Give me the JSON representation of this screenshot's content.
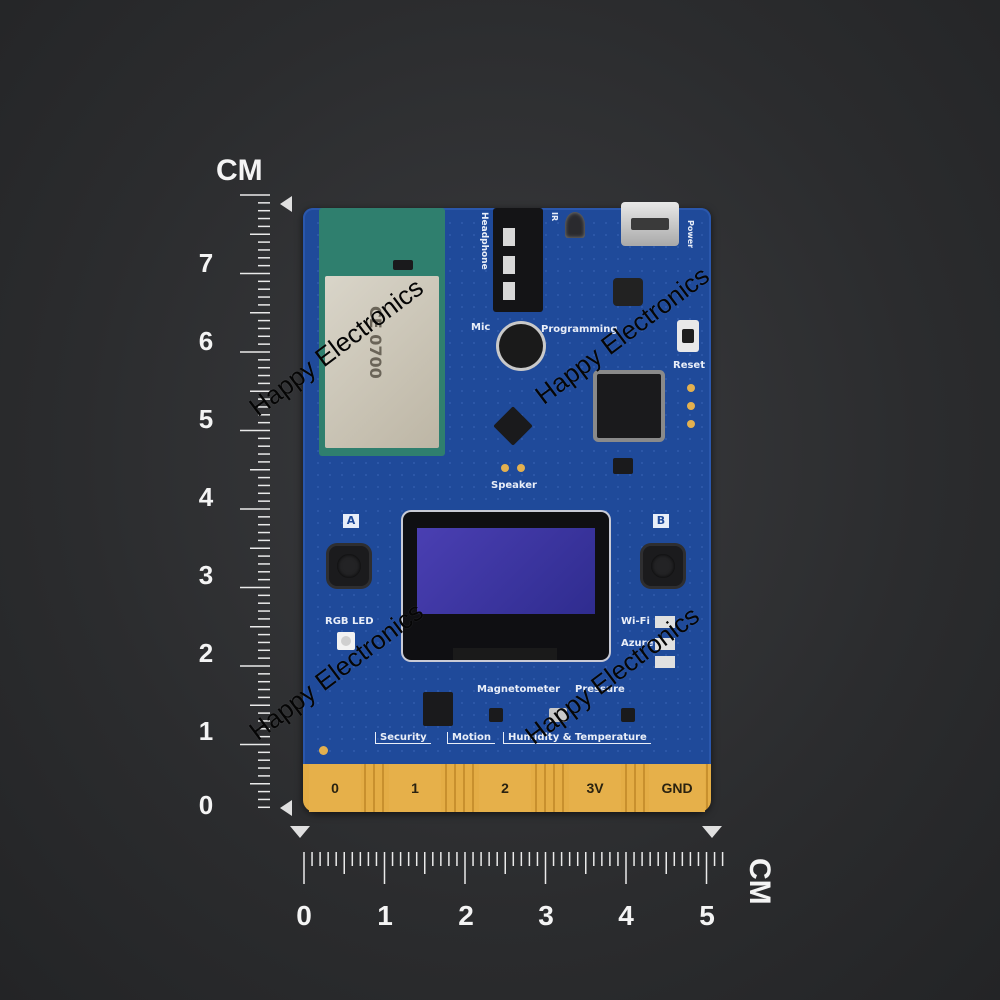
{
  "rulers": {
    "unit": "CM",
    "vertical_numbers": [
      "7",
      "6",
      "5",
      "4",
      "3",
      "2",
      "1",
      "0"
    ],
    "horizontal_numbers": [
      "0",
      "1",
      "2",
      "3",
      "4",
      "5"
    ]
  },
  "board": {
    "labels": {
      "headphone": "Headphone",
      "ir": "IR",
      "power": "Power",
      "mic": "Mic",
      "programming": "Programming",
      "reset": "Reset",
      "speaker": "Speaker",
      "a": "A",
      "b": "B",
      "rgb_led": "RGB LED",
      "wifi": "Wi-Fi",
      "azure": "Azure",
      "magnetometer": "Magnetometer",
      "pressure": "Pressure",
      "security": "Security",
      "motion": "Motion",
      "humidity_temperature": "Humidity & Temperature",
      "ce_mark": "CE 0700"
    },
    "edge_pads": [
      "0",
      "1",
      "2",
      "3V",
      "GND"
    ],
    "colors": {
      "pcb": "#1f4a9a",
      "gold": "#e3b04f",
      "oled": "#3b3aa8"
    }
  },
  "watermark": "Happy Electronics"
}
